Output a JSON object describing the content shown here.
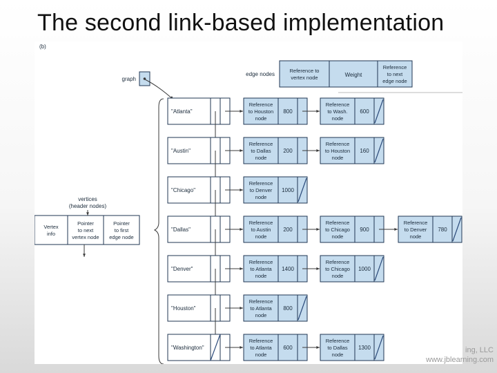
{
  "title": "The second link-based implementation",
  "figure": {
    "panel_label": "(b)",
    "graph_label": "graph",
    "edge_nodes_label": "edge nodes",
    "edge_legend": [
      "Reference to vertex node",
      "Weight",
      "Reference to next edge node"
    ],
    "vertices_label": [
      "vertices",
      "(header nodes)"
    ],
    "header_legend": [
      "Vertex info",
      "Pointer to next vertex node",
      "Pointer to first edge node"
    ],
    "colors": {
      "fill": "#c5dcee",
      "stroke": "#1f3552",
      "line": "#3a3a3a",
      "diagonal": "#2b4a7a"
    },
    "vertices": [
      {
        "name": "\"Atlanta\"",
        "edges": [
          {
            "ref": "Reference to Houston node",
            "weight": "800"
          },
          {
            "ref": "Reference to Wash. node",
            "weight": "600"
          }
        ]
      },
      {
        "name": "\"Austin\"",
        "edges": [
          {
            "ref": "Reference to Dallas node",
            "weight": "200"
          },
          {
            "ref": "Reference to Houston node",
            "weight": "160"
          }
        ]
      },
      {
        "name": "\"Chicago\"",
        "edges": [
          {
            "ref": "Reference to Denver node",
            "weight": "1000"
          }
        ]
      },
      {
        "name": "\"Dallas\"",
        "edges": [
          {
            "ref": "Reference to Austin node",
            "weight": "200"
          },
          {
            "ref": "Reference to Chicago node",
            "weight": "900"
          },
          {
            "ref": "Reference to Denver node",
            "weight": "780"
          }
        ]
      },
      {
        "name": "\"Denver\"",
        "edges": [
          {
            "ref": "Reference to Atlanta node",
            "weight": "1400"
          },
          {
            "ref": "Reference to Chicago node",
            "weight": "1000"
          }
        ]
      },
      {
        "name": "\"Houston\"",
        "edges": [
          {
            "ref": "Reference to Atlanta node",
            "weight": "800"
          }
        ]
      },
      {
        "name": "\"Washington\"",
        "edges": [
          {
            "ref": "Reference to Atlanta node",
            "weight": "600"
          },
          {
            "ref": "Reference to Dallas node",
            "weight": "1300"
          }
        ]
      }
    ]
  },
  "watermark": [
    "ing, LLC",
    "www.jblearning.com"
  ]
}
